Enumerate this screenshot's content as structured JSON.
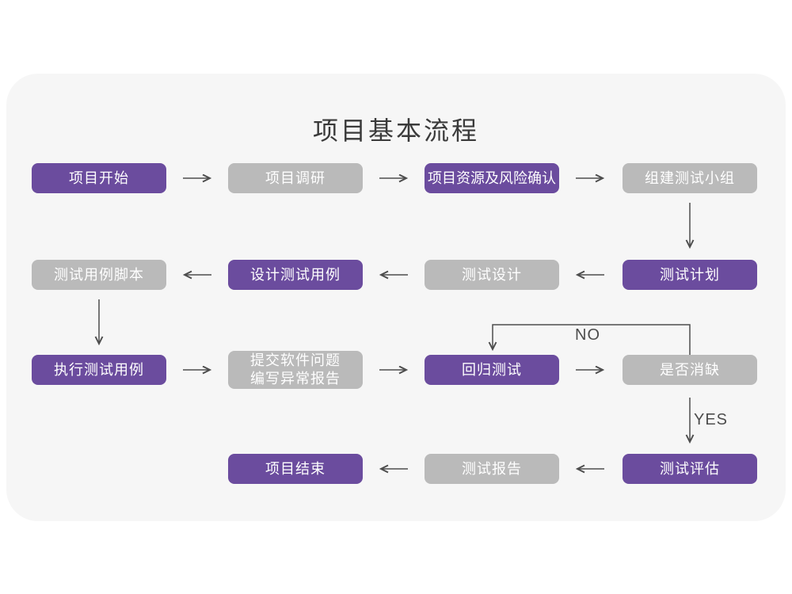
{
  "page": {
    "title": "项目基本流程"
  },
  "labels": {
    "no": "NO",
    "yes": "YES"
  },
  "colors": {
    "page_bg": "#ffffff",
    "card_bg": "#f6f6f6",
    "title_text": "#3a3a3a",
    "active_node": "#6b4c9e",
    "inactive_node": "#bababa",
    "node_text": "#ffffff",
    "arrow": "#4d4d4d"
  },
  "nodes": [
    {
      "label": "项目开始",
      "variant": "active"
    },
    {
      "label": "项目调研",
      "variant": "inactive"
    },
    {
      "label": "项目资源及风险确认",
      "variant": "active"
    },
    {
      "label": "组建测试小组",
      "variant": "inactive"
    },
    {
      "label": "测试用例脚本",
      "variant": "inactive"
    },
    {
      "label": "设计测试用例",
      "variant": "active"
    },
    {
      "label": "测试设计",
      "variant": "inactive"
    },
    {
      "label": "测试计划",
      "variant": "active"
    },
    {
      "label": "执行测试用例",
      "variant": "active"
    },
    {
      "label": "提交软件问题\n编写异常报告",
      "variant": "inactive"
    },
    {
      "label": "回归测试",
      "variant": "active"
    },
    {
      "label": "是否消缺",
      "variant": "inactive"
    },
    {
      "label": "项目结束",
      "variant": "active"
    },
    {
      "label": "测试报告",
      "variant": "inactive"
    },
    {
      "label": "测试评估",
      "variant": "active"
    }
  ]
}
